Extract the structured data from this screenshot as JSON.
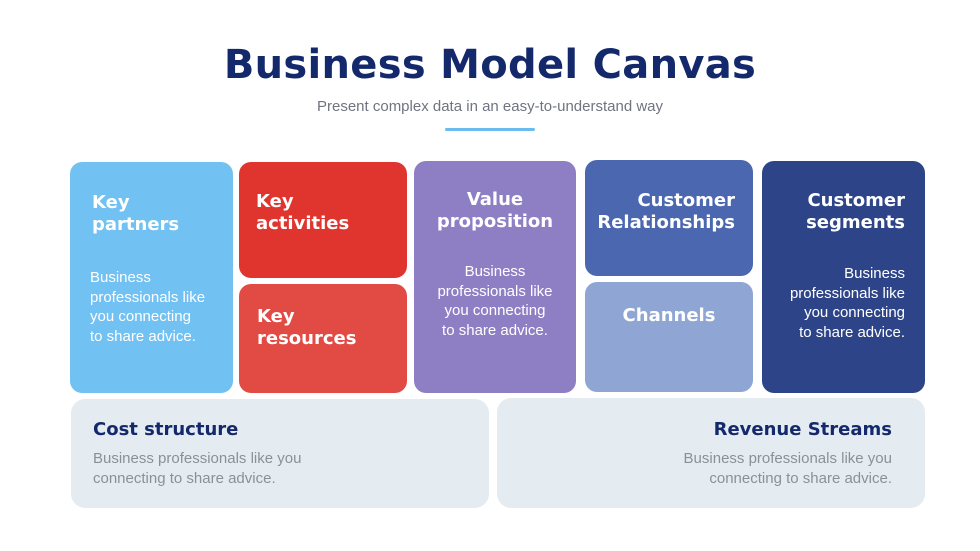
{
  "header": {
    "title": "Business Model Canvas",
    "subtitle": "Present complex data in an easy-to-understand way"
  },
  "blocks": {
    "key_partners": {
      "title_line1": "Key",
      "title_line2": "partners",
      "body": [
        "Business",
        "professionals like",
        "you connecting",
        "to share advice."
      ],
      "color": "#72c1f3"
    },
    "key_activities": {
      "title_line1": "Key",
      "title_line2": "activities",
      "color": "#e0352f"
    },
    "key_resources": {
      "title_line1": "Key",
      "title_line2": "resources",
      "color": "#e24b44"
    },
    "value_proposition": {
      "title_line1": "Value",
      "title_line2": "proposition",
      "body": [
        "Business",
        "professionals like",
        "you connecting",
        "to share advice."
      ],
      "color": "#8e7fc4"
    },
    "customer_relationships": {
      "title_line1": "Customer",
      "title_line2": "Relationships",
      "color": "#4a67b0"
    },
    "channels": {
      "title": "Channels",
      "color": "#8fa6d4"
    },
    "customer_segments": {
      "title_line1": "Customer",
      "title_line2": "segments",
      "body": [
        "Business",
        "professionals like",
        "you connecting",
        "to share advice."
      ],
      "color": "#2d4488"
    },
    "cost_structure": {
      "title": "Cost structure",
      "body": [
        "Business professionals like you",
        "connecting to share advice."
      ]
    },
    "revenue_streams": {
      "title": "Revenue Streams",
      "body": [
        "Business professionals like you",
        "connecting to share advice."
      ]
    }
  }
}
